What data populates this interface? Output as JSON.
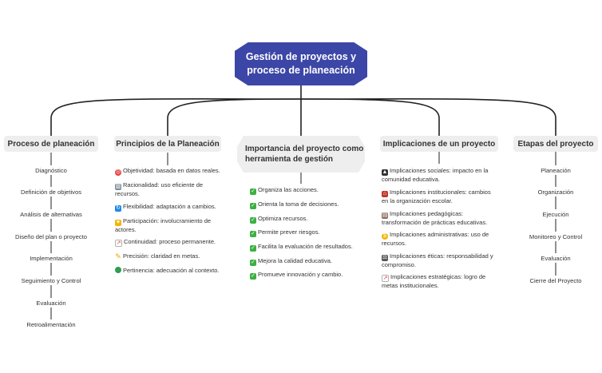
{
  "root": {
    "title": "Gestión de proyectos y proceso de planeación"
  },
  "branches": {
    "proceso": {
      "title": "Proceso de planeación",
      "items": [
        "Diagnóstico",
        "Definición de objetivos",
        "Análisis de alternativas",
        "Diseño del plan o proyecto",
        "Implementación",
        "Seguimiento y Control",
        "Evaluación",
        "Retroalimentación"
      ]
    },
    "principios": {
      "title": "Principios de la Planeación",
      "items": [
        {
          "icon": "target-icon",
          "text": "Objetividad: basada en datos reales."
        },
        {
          "icon": "bar-chart-icon",
          "text": "Racionalidad: uso eficiente de recursos."
        },
        {
          "icon": "refresh-icon",
          "text": "Flexibilidad: adaptación a cambios."
        },
        {
          "icon": "handshake-icon",
          "text": "Participación: involucramiento de actores."
        },
        {
          "icon": "line-chart-icon",
          "text": "Continuidad: proceso permanente."
        },
        {
          "icon": "pencil-icon",
          "text": "Precisión: claridad en metas."
        },
        {
          "icon": "green-circle-icon",
          "text": "Pertinencia: adecuación al contexto."
        }
      ]
    },
    "importancia": {
      "title": "Importancia del proyecto como herramienta de gestión",
      "items": [
        {
          "icon": "checkmark-icon",
          "text": "Organiza las acciones."
        },
        {
          "icon": "checkmark-icon",
          "text": "Orienta la toma de decisiones."
        },
        {
          "icon": "checkmark-icon",
          "text": "Optimiza recursos."
        },
        {
          "icon": "checkmark-icon",
          "text": "Permite prever riesgos."
        },
        {
          "icon": "checkmark-icon",
          "text": "Facilita la evaluación de resultados."
        },
        {
          "icon": "checkmark-icon",
          "text": "Mejora la calidad educativa."
        },
        {
          "icon": "checkmark-icon",
          "text": "Promueve innovación y cambio."
        }
      ]
    },
    "implicaciones": {
      "title": "Implicaciones de un proyecto",
      "items": [
        {
          "icon": "graduation-cap-icon",
          "text": "Implicaciones sociales: impacto en la comunidad educativa."
        },
        {
          "icon": "school-building-icon",
          "text": "Implicaciones institucionales: cambios en la organización escolar."
        },
        {
          "icon": "books-icon",
          "text": "Implicaciones pedagógicas: transformación de prácticas educativas."
        },
        {
          "icon": "money-bag-icon",
          "text": "Implicaciones administrativas: uso de recursos."
        },
        {
          "icon": "scales-icon",
          "text": "Implicaciones éticas: responsabilidad y compromiso."
        },
        {
          "icon": "line-chart-icon",
          "text": "Implicaciones estratégicas: logro de metas institucionales."
        }
      ]
    },
    "etapas": {
      "title": "Etapas del proyecto",
      "items": [
        "Planeación",
        "Organización",
        "Ejecución",
        "Monitoreo y Control",
        "Evaluación",
        "Cierre del Proyecto"
      ]
    }
  },
  "colors": {
    "root_fill": "#3c46a6",
    "branch_fill": "#eeeeee",
    "line": "#222222",
    "check_green": "#3cb043"
  }
}
